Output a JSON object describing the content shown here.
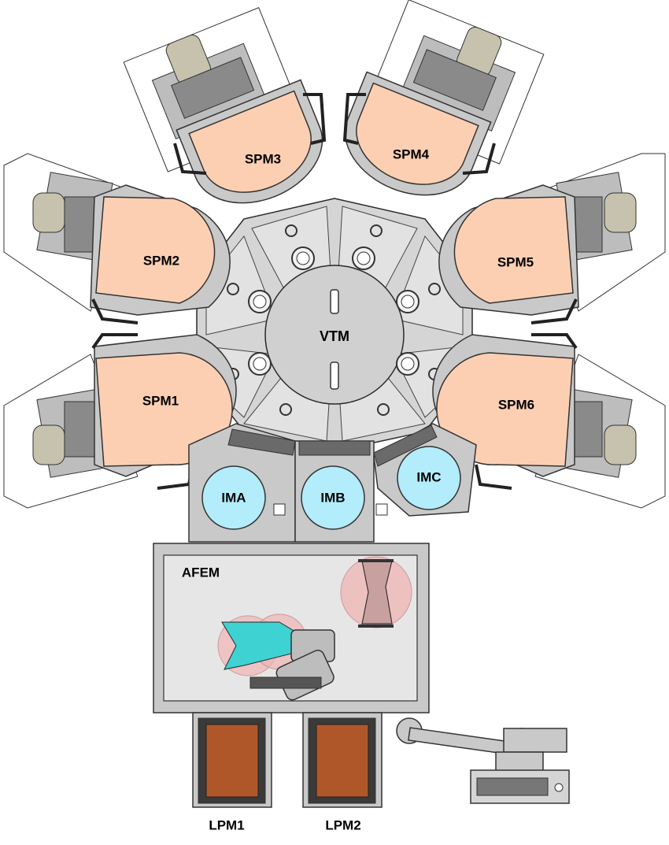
{
  "labels": {
    "spm1": "SPM1",
    "spm2": "SPM2",
    "spm3": "SPM3",
    "spm4": "SPM4",
    "spm5": "SPM5",
    "spm6": "SPM6",
    "vtm": "VTM",
    "ima": "IMA",
    "imb": "IMB",
    "imc": "IMC",
    "afem": "AFEM",
    "lpm1": "LPM1",
    "lpm2": "LPM2"
  },
  "colors": {
    "spm_chamber": "#fccfb3",
    "load_lock": "#b3ecfa",
    "frame_gray": "#c9c9c9",
    "panel_light": "#e6e6e6",
    "pod_brown": "#b0572a",
    "robot_cyan": "#3fd2d2",
    "robot_pink": "#f0b4b4",
    "cover_khaki": "#c7c2ad",
    "stroke": "#2a2a2a"
  }
}
